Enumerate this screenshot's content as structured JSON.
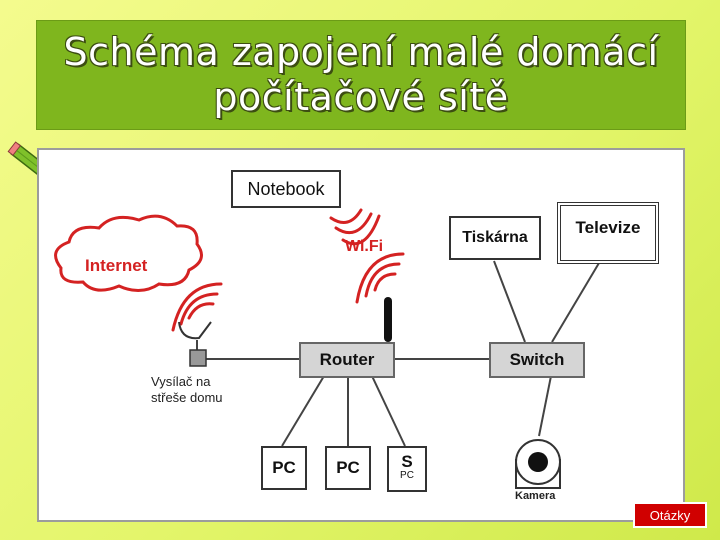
{
  "title": {
    "line1": "Schéma zapojení malé domácí",
    "line2": "počítačové sítě"
  },
  "diagram": {
    "notebook": "Notebook",
    "wifi": "Wi.Fi",
    "internet": "Internet",
    "tiskarna": "Tiskárna",
    "televize": "Televize",
    "router": "Router",
    "switch": "Switch",
    "vysilac_line1": "Vysílač na",
    "vysilac_line2": "střeše domu",
    "pc1": "PC",
    "pc2": "PC",
    "spc_s": "S",
    "spc_pc": "PC",
    "kamera": "Kamera"
  },
  "button": {
    "otazky": "Otázky"
  },
  "colors": {
    "title_bg": "#7fb61e",
    "accent_red": "#d42222",
    "button_red": "#d00000"
  },
  "icons": [
    "pencil-icon",
    "wifi-signal-icon",
    "cloud-icon",
    "antenna-icon",
    "camera-icon"
  ]
}
